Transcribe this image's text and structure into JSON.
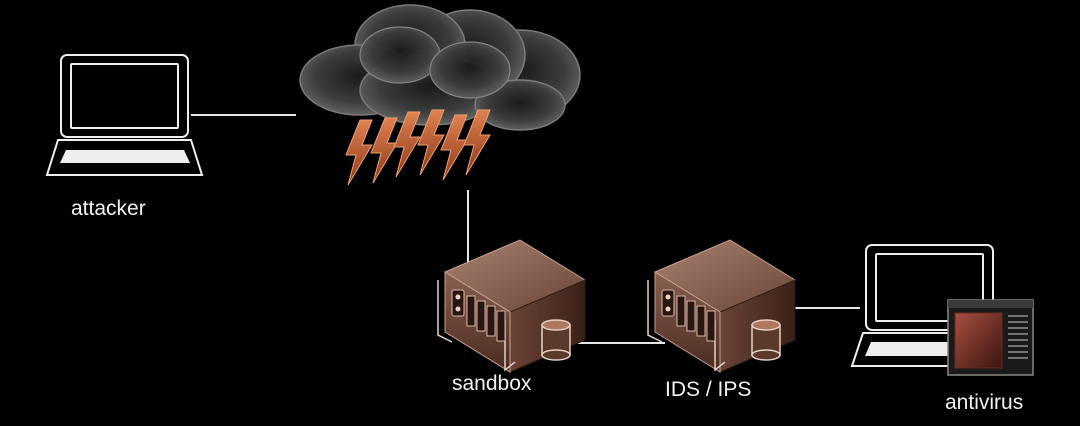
{
  "nodes": {
    "attacker": {
      "label": "attacker",
      "icon": "laptop-icon"
    },
    "internet": {
      "icon": "storm-cloud-icon"
    },
    "sandbox": {
      "label": "sandbox",
      "icon": "server-icon"
    },
    "ids_ips": {
      "label": "IDS / IPS",
      "icon": "server-icon"
    },
    "antivirus": {
      "label": "antivirus",
      "icon": "laptop-with-antivirus-icon"
    }
  },
  "colors": {
    "background": "#000000",
    "line": "#e6e6e6",
    "cloud": "#3a3a3a",
    "lightning": "#c0643a",
    "server_body": "#5a3a30",
    "server_top": "#8a5e50",
    "label": "#f2f2f2"
  }
}
